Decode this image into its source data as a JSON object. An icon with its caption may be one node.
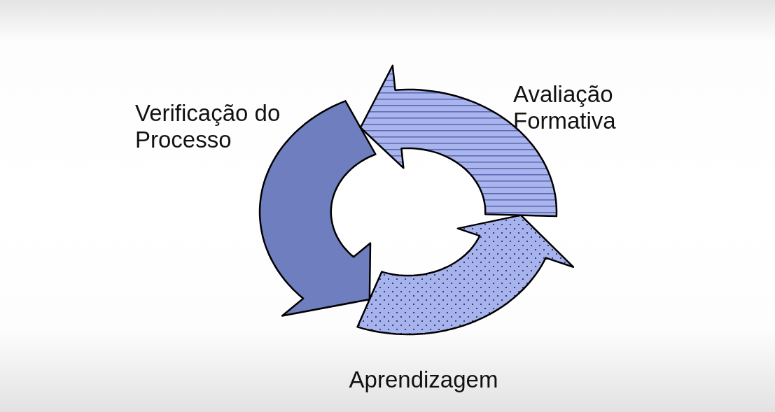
{
  "diagram": {
    "labels": [
      "Verificação do Processo",
      "Avaliação Formativa",
      "Aprendizagem"
    ]
  }
}
